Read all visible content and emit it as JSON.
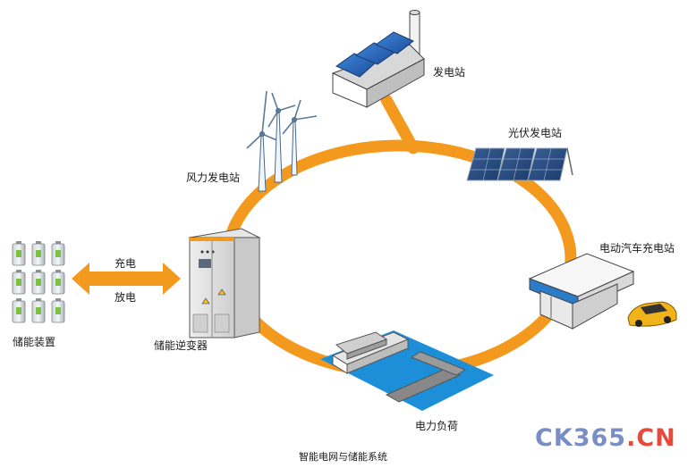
{
  "colors": {
    "ring": "#f39a1e",
    "battery_green": "#7bc142",
    "water": "#1d8fd8",
    "car": "#f0b31a"
  },
  "labels": {
    "power_plant": "发电站",
    "solar_station": "光伏发电站",
    "wind_station": "风力发电站",
    "ev_station": "电动汽车充电站",
    "load": "电力负荷",
    "inverter": "储能逆变器",
    "storage": "储能装置",
    "charge": "充电",
    "discharge": "放电"
  },
  "caption": "智能电网与储能系统",
  "watermark": {
    "part1": "CK365",
    "part2": ".CN"
  }
}
